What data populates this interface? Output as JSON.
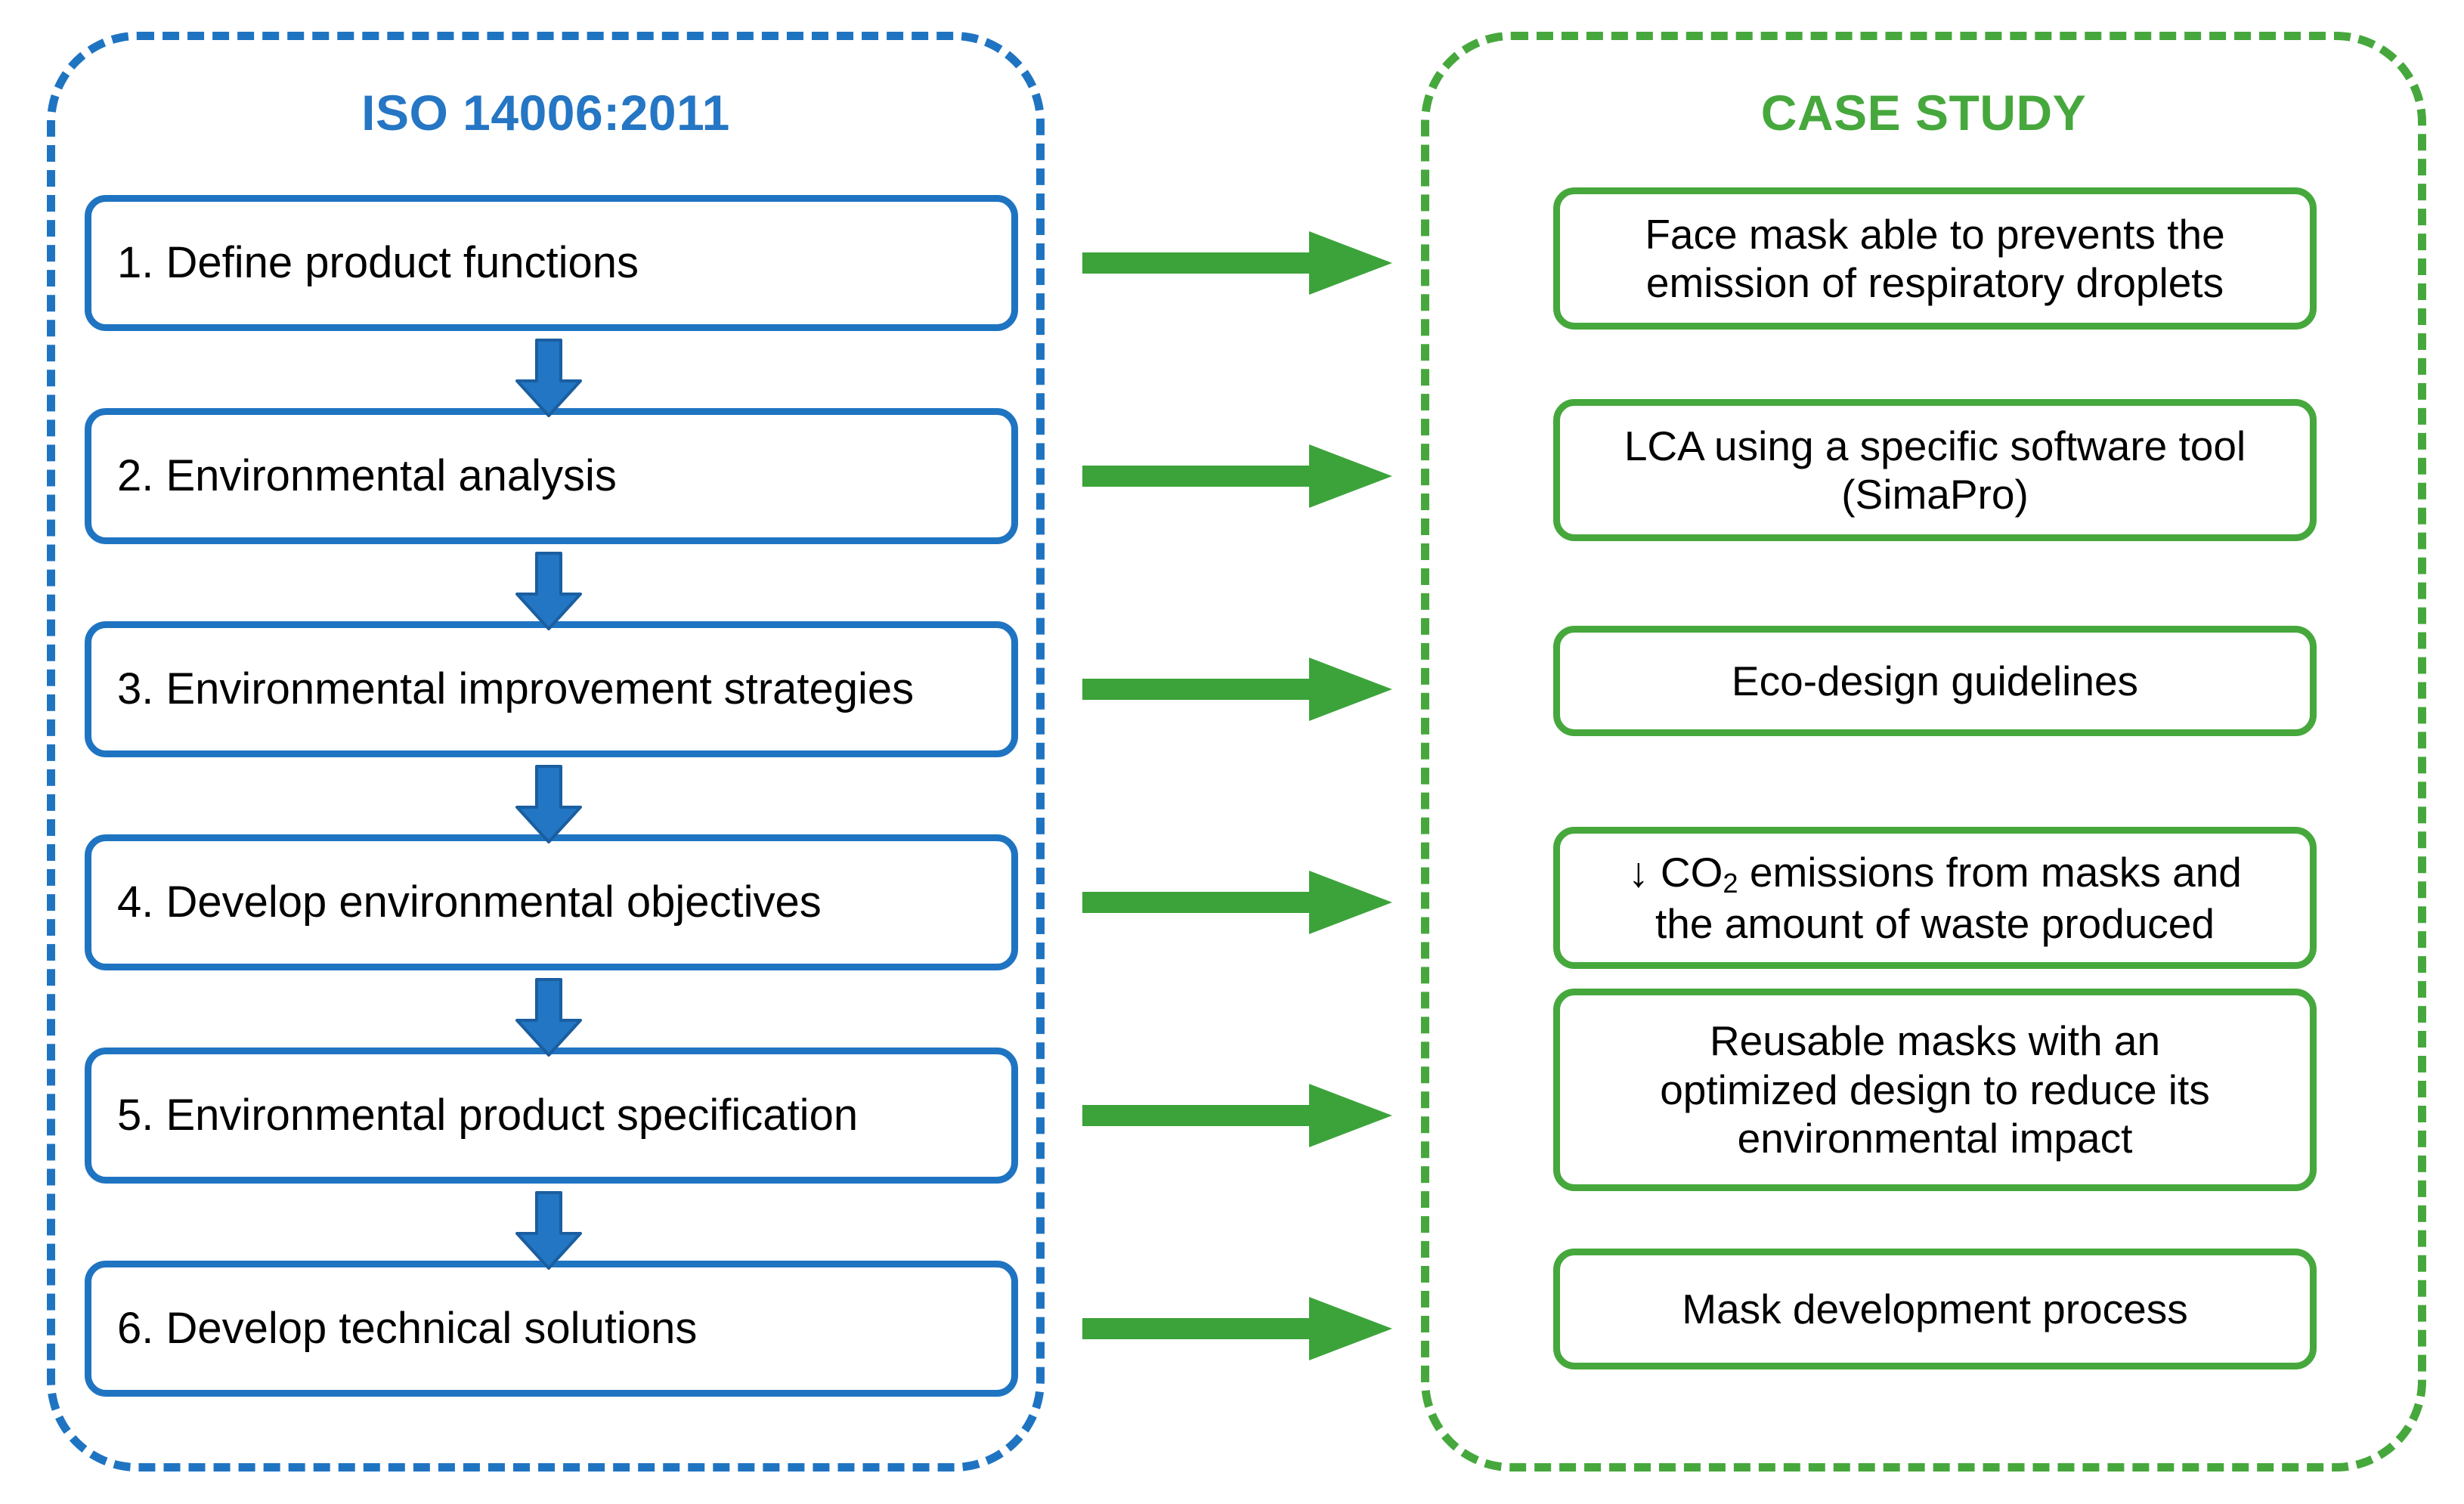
{
  "diagram": {
    "title_left": "ISO 14006:2011",
    "title_right": "CASE STUDY",
    "accent_blue": "#1f74c2",
    "accent_green": "#46a83c",
    "text_color": "#000000",
    "background": "#ffffff"
  },
  "iso_steps": [
    {
      "id": 1,
      "label": "1. Define product functions"
    },
    {
      "id": 2,
      "label": "2. Environmental analysis"
    },
    {
      "id": 3,
      "label": "3. Environmental improvement strategies"
    },
    {
      "id": 4,
      "label": "4. Develop environmental objectives"
    },
    {
      "id": 5,
      "label": "5. Environmental product specification"
    },
    {
      "id": 6,
      "label": "6. Develop technical solutions"
    }
  ],
  "case_study": [
    {
      "id": 1,
      "lines": [
        "Face mask able to prevents the",
        "emission of respiratory droplets"
      ]
    },
    {
      "id": 2,
      "lines": [
        "LCA using a specific software tool",
        "(SimaPro)"
      ]
    },
    {
      "id": 3,
      "lines": [
        "Eco-design guidelines"
      ]
    },
    {
      "id": 4,
      "lines": [
        "↓ CO2 emissions from masks and",
        "the amount of waste produced"
      ],
      "has_subscript": true
    },
    {
      "id": 5,
      "lines": [
        "Reusable masks with an",
        "optimized design to reduce its",
        "environmental impact"
      ]
    },
    {
      "id": 6,
      "lines": [
        "Mask development process"
      ]
    }
  ],
  "connectors": {
    "vertical_count": 5,
    "horizontal_count": 6,
    "vertical_icon": "down-arrow-icon",
    "horizontal_icon": "right-arrow-icon"
  }
}
